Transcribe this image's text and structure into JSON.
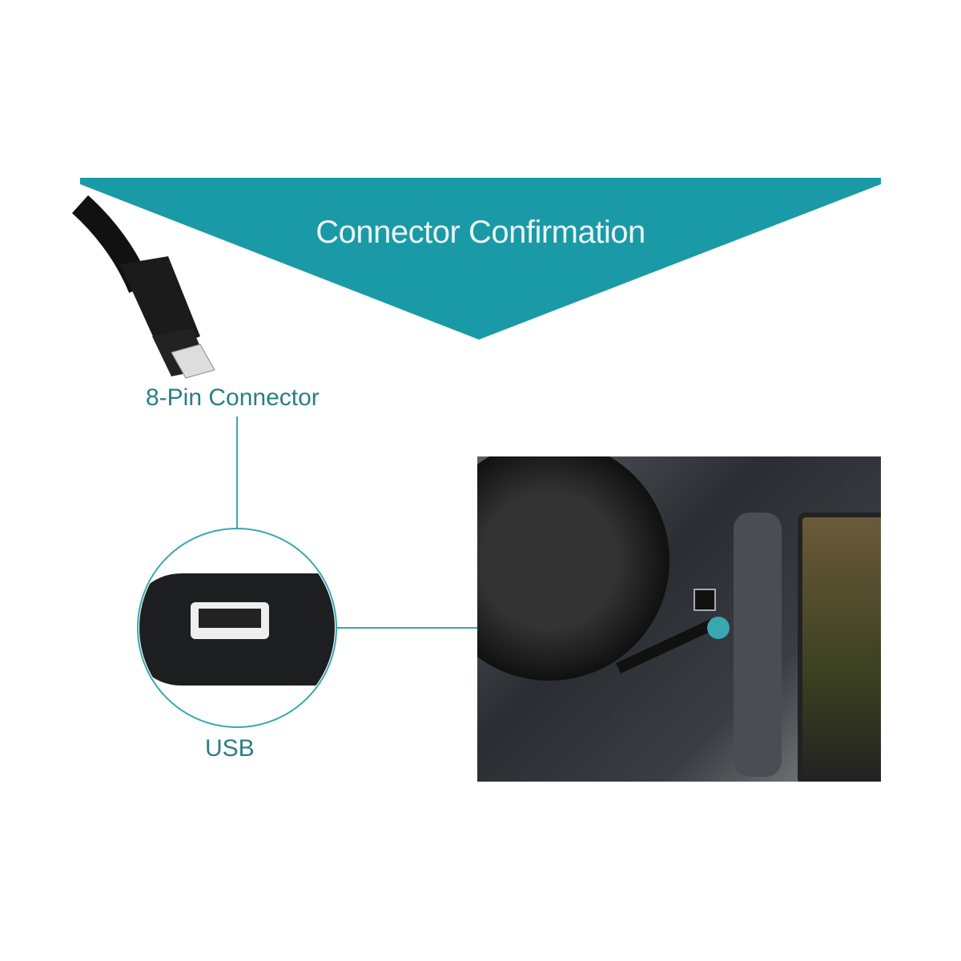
{
  "banner": {
    "title": "Connector Confirmation",
    "color": "#1a9aa6"
  },
  "labels": {
    "connector": "8-Pin Connector",
    "usb": "USB"
  },
  "colors": {
    "label": "#2b7e86",
    "line": "#3aa7b0"
  }
}
